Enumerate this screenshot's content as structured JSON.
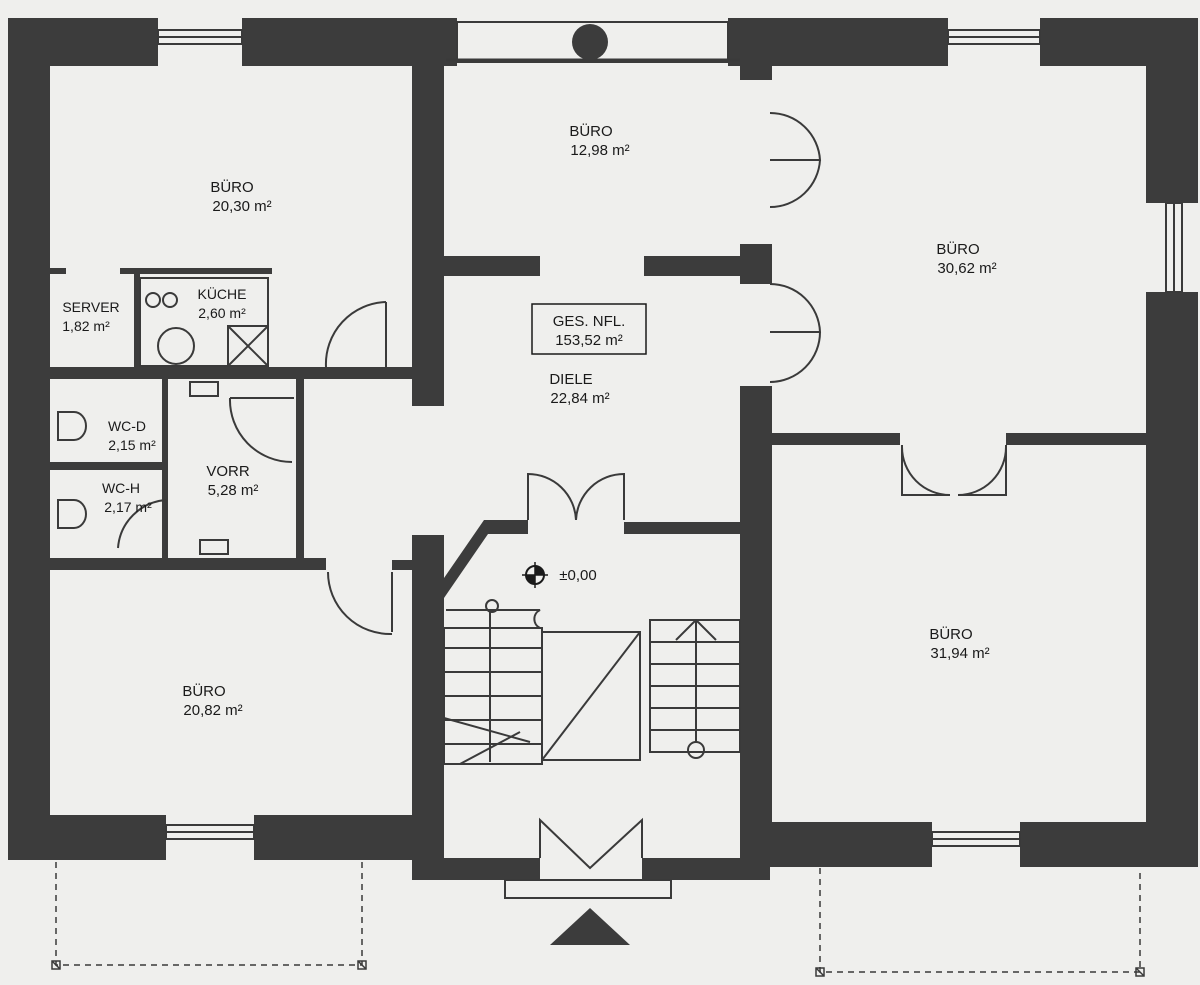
{
  "rooms": {
    "buero_nw": {
      "name": "BÜRO",
      "area": "20,30 m²"
    },
    "buero_n": {
      "name": "BÜRO",
      "area": "12,98 m²"
    },
    "buero_ne": {
      "name": "BÜRO",
      "area": "30,62 m²"
    },
    "server": {
      "name": "SERVER",
      "area": "1,82 m²"
    },
    "kueche": {
      "name": "KÜCHE",
      "area": "2,60 m²"
    },
    "wc_d": {
      "name": "WC-D",
      "area": "2,15 m²"
    },
    "wc_h": {
      "name": "WC-H",
      "area": "2,17 m²"
    },
    "vorr": {
      "name": "VORR",
      "area": "5,28 m²"
    },
    "diele": {
      "name": "DIELE",
      "area": "22,84 m²"
    },
    "buero_sw": {
      "name": "BÜRO",
      "area": "20,82 m²"
    },
    "buero_se": {
      "name": "BÜRO",
      "area": "31,94 m²"
    }
  },
  "total": {
    "label": "GES. NFL.",
    "area": "153,52 m²"
  },
  "level_marker": {
    "text": "±0,00"
  },
  "colors": {
    "wall": "#3c3c3c",
    "paper": "#efefed",
    "line": "#3a3a3a"
  }
}
